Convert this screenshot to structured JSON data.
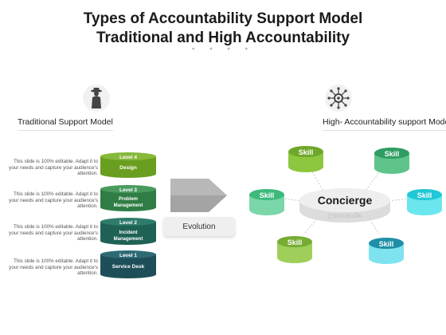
{
  "title": {
    "line1": "Types of Accountability Support Model",
    "line2": "Traditional and High Accountability"
  },
  "traditional": {
    "heading": "Traditional Support Model",
    "icon": "person-hat-icon",
    "levels": [
      {
        "level": "Level 4",
        "name": "Design",
        "color": "#6a9e1e",
        "desc": "This slide is 100% editable. Adapt it to your needs and capture your audience's attention."
      },
      {
        "level": "Level 3",
        "name": "Problem Management",
        "color": "#2f7d45",
        "desc": "This slide is 100% editable. Adapt it to your needs and capture your audience's attention."
      },
      {
        "level": "Level 2",
        "name": "Incident Management",
        "color": "#1f6155",
        "desc": "This slide is 100% editable. Adapt it to your needs and capture your audience's attention."
      },
      {
        "level": "Level 1",
        "name": "Service Desk",
        "color": "#1e4f58",
        "desc": "This slide is 100% editable. Adapt it to your needs and capture your audience's attention."
      }
    ]
  },
  "evolution": {
    "label": "Evolution"
  },
  "high": {
    "heading": "High- Accountability support Mode",
    "icon": "network-gear-icon",
    "center_label": "Concierge",
    "skills": [
      {
        "label": "Skill",
        "color": "#8dc63f"
      },
      {
        "label": "Skill",
        "color": "#3cb878"
      },
      {
        "label": "Skill",
        "color": "#56c596"
      },
      {
        "label": "Skill",
        "color": "#2ad4e0"
      },
      {
        "label": "Skill",
        "color": "#8dc63f"
      },
      {
        "label": "Skill",
        "color": "#38c8e0"
      }
    ]
  }
}
